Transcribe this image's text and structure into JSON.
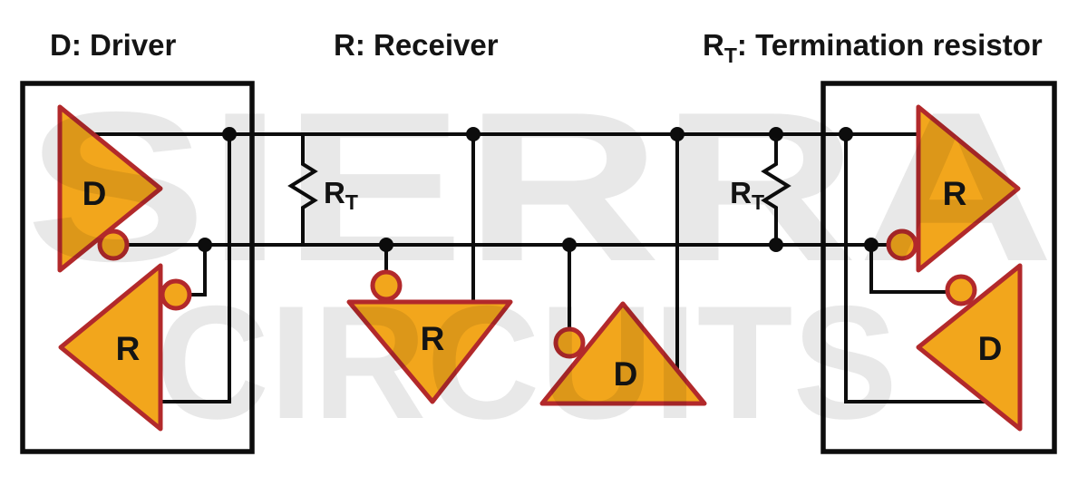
{
  "legend": {
    "driver": "D: Driver",
    "receiver": "R: Receiver",
    "termination": {
      "symbol": "R",
      "subscript": "T",
      "description": ": Termination resistor"
    }
  },
  "watermark": {
    "line1": "SIERRA",
    "line2": "CIRCUITS"
  },
  "nodes": {
    "left": {
      "driver": "D",
      "receiver": "R"
    },
    "middle": {
      "receiver": "R",
      "driver": "D"
    },
    "right": {
      "receiver": "R",
      "driver": "D"
    }
  },
  "terminations": {
    "left": {
      "symbol": "R",
      "subscript": "T"
    },
    "right": {
      "symbol": "R",
      "subscript": "T"
    }
  },
  "colors": {
    "tri-fill": "#F2A61C",
    "tri-stroke": "#B2292B",
    "line": "#0D0D0D",
    "text": "#141414",
    "watermark": "#00000017"
  }
}
